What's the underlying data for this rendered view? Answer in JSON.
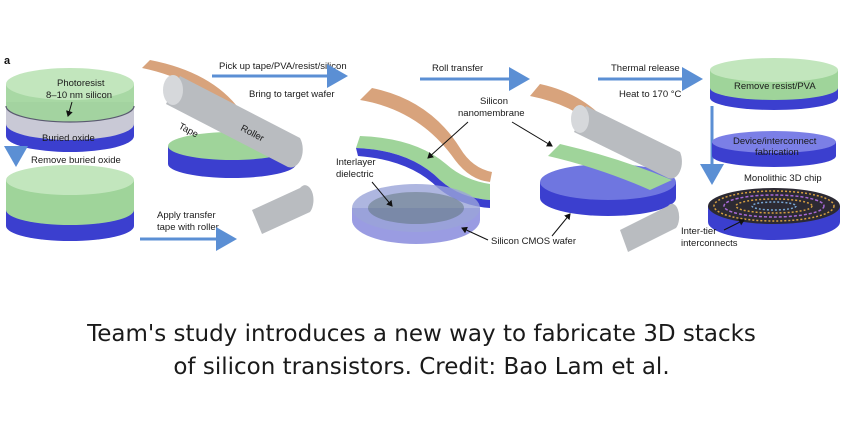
{
  "figure": {
    "panel_letter": "a",
    "labels": {
      "photoresist": "Photoresist",
      "silicon_thickness": "8–10 nm silicon",
      "buried_oxide": "Buried oxide",
      "remove_buried_oxide": "Remove buried oxide",
      "apply_tape_1": "Apply transfer",
      "apply_tape_2": "tape with roller",
      "tape": "Tape",
      "roller": "Roller",
      "pick_up": "Pick up tape/PVA/resist/silicon",
      "bring_to_target": "Bring to target wafer",
      "roll_transfer": "Roll transfer",
      "silicon_nanomembrane_1": "Silicon",
      "silicon_nanomembrane_2": "nanomembrane",
      "interlayer_1": "Interlayer",
      "interlayer_2": "dielectric",
      "cmos_wafer": "Silicon CMOS wafer",
      "thermal_release": "Thermal release",
      "heat": "Heat to 170 °C",
      "remove_resist": "Remove resist/PVA",
      "device_fab_1": "Device/interconnect",
      "device_fab_2": "fabrication",
      "monolithic": "Monolithic 3D chip",
      "inter_tier_1": "Inter-tier",
      "inter_tier_2": "interconnects"
    },
    "colors": {
      "green_layer": "#9fd49a",
      "blue_wafer": "#3b3fcf",
      "oxide_gray": "#c9c9d6",
      "tape_tan": "#d8a37c",
      "roller_gray": "#b9bcc0",
      "arrow_blue": "#5b8fd4"
    }
  },
  "caption": {
    "line1": "Team's study introduces a new way to fabricate 3D stacks",
    "line2": "of silicon transistors. Credit: Bao Lam et al."
  }
}
